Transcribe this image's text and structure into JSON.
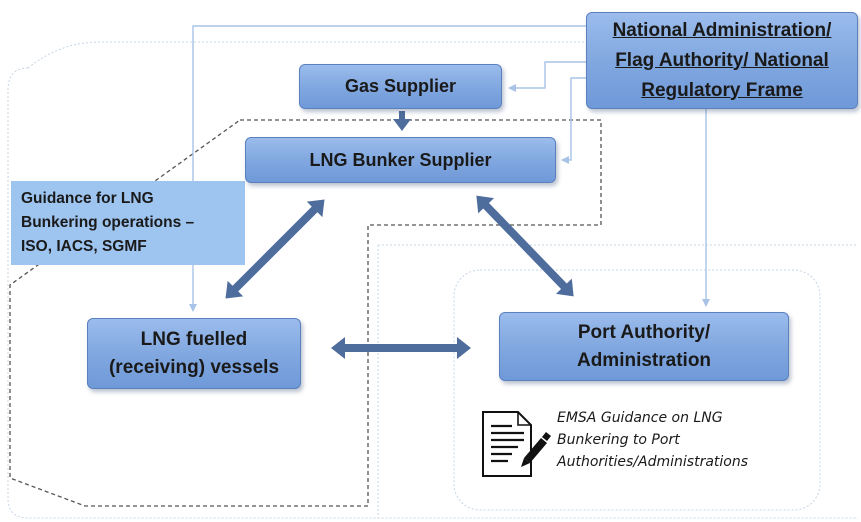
{
  "nodes": {
    "national_admin": [
      "National Administration/",
      "Flag Authority/ National",
      "Regulatory Frame"
    ],
    "gas_supplier": "Gas Supplier",
    "lng_bunker_supplier": "LNG Bunker Supplier",
    "guidance": [
      "Guidance for LNG",
      "Bunkering operations –",
      "ISO, IACS, SGMF"
    ],
    "lng_vessels": [
      "LNG fuelled",
      "(receiving) vessels"
    ],
    "port_authority": [
      "Port Authority/",
      "Administration"
    ],
    "emsa_guidance": [
      "EMSA Guidance on LNG",
      "Bunkering to Port",
      "Authorities/Administrations"
    ]
  },
  "icons": {
    "document": "document-with-pen-icon"
  },
  "colors": {
    "box_fill": "#7fa6df",
    "arrow": "#4e6d9c",
    "thin_line": "#a9c3e8",
    "guidance_fill": "#9ec4f0"
  }
}
